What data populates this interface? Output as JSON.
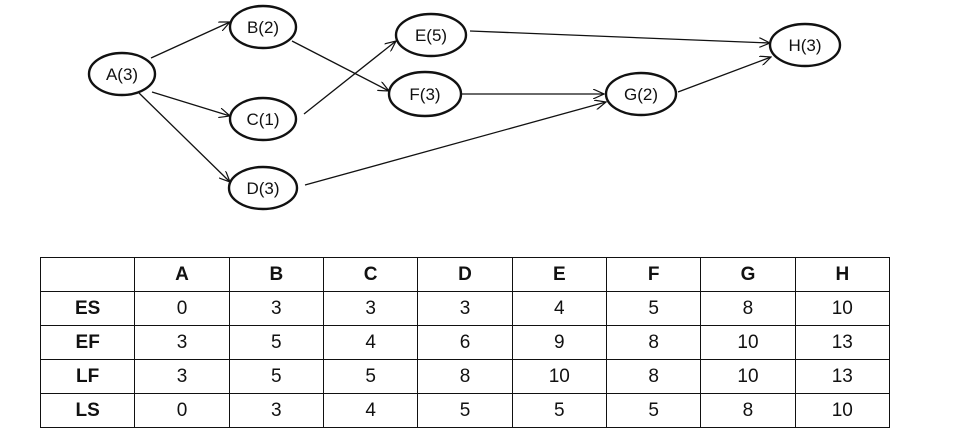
{
  "network": {
    "nodes": [
      {
        "id": "A",
        "label": "A(3)"
      },
      {
        "id": "B",
        "label": "B(2)"
      },
      {
        "id": "C",
        "label": "C(1)"
      },
      {
        "id": "D",
        "label": "D(3)"
      },
      {
        "id": "E",
        "label": "E(5)"
      },
      {
        "id": "F",
        "label": "F(3)"
      },
      {
        "id": "G",
        "label": "G(2)"
      },
      {
        "id": "H",
        "label": "H(3)"
      }
    ],
    "edges": [
      {
        "from": "A",
        "to": "B"
      },
      {
        "from": "A",
        "to": "C"
      },
      {
        "from": "A",
        "to": "D"
      },
      {
        "from": "B",
        "to": "F"
      },
      {
        "from": "C",
        "to": "E"
      },
      {
        "from": "D",
        "to": "G"
      },
      {
        "from": "E",
        "to": "H"
      },
      {
        "from": "F",
        "to": "G"
      },
      {
        "from": "G",
        "to": "H"
      }
    ]
  },
  "table": {
    "headers": [
      "",
      "A",
      "B",
      "C",
      "D",
      "E",
      "F",
      "G",
      "H"
    ],
    "rows": [
      {
        "label": "ES",
        "values": [
          "0",
          "3",
          "3",
          "3",
          "4",
          "5",
          "8",
          "10"
        ]
      },
      {
        "label": "EF",
        "values": [
          "3",
          "5",
          "4",
          "6",
          "9",
          "8",
          "10",
          "13"
        ]
      },
      {
        "label": "LF",
        "values": [
          "3",
          "5",
          "5",
          "8",
          "10",
          "8",
          "10",
          "13"
        ]
      },
      {
        "label": "LS",
        "values": [
          "0",
          "3",
          "4",
          "5",
          "5",
          "5",
          "8",
          "10"
        ]
      }
    ]
  }
}
